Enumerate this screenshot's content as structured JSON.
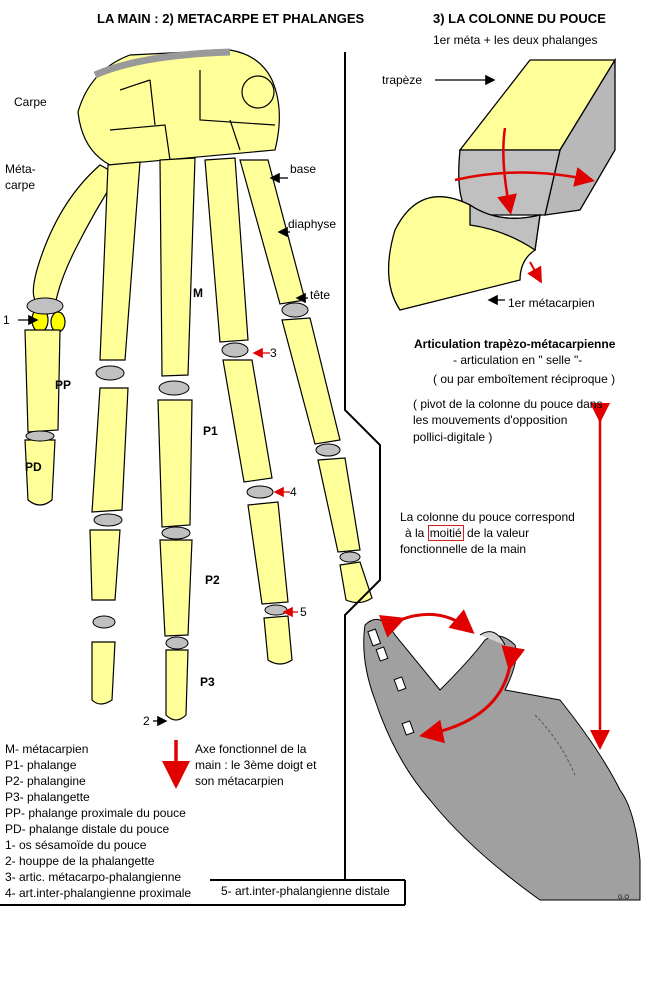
{
  "titles": {
    "main": "LA MAIN : 2)  METACARPE ET  PHALANGES",
    "thumb": "3) LA COLONNE DU POUCE",
    "thumb_sub": "1er méta + les deux phalanges"
  },
  "hand_labels": {
    "carpe": "Carpe",
    "meta_line1": "Méta-",
    "meta_line2": "carpe",
    "base": "base",
    "diaphyse": "diaphyse",
    "tete": "tête",
    "m": "M",
    "p1": "P1",
    "p2": "P2",
    "p3": "P3",
    "pp": "PP",
    "pd": "PD",
    "n1": "1",
    "n2": "2",
    "n3": "3",
    "n4": "4",
    "n5": "5"
  },
  "thumb_labels": {
    "trapeze": "trapèze",
    "first_meta": "1er métacarpien",
    "articulation_title": "Articulation trapèzo-métacarpienne",
    "art_line1": "- articulation en \" selle \"-",
    "art_line2": "( ou par emboîtement réciproque )",
    "pivot_line1": "( pivot de la colonne du pouce dans",
    "pivot_line2": "les mouvements d'opposition",
    "pivot_line3": "pollici-digitale )",
    "colonne_line1": "La colonne du pouce correspond",
    "colonne_line2_pre": "à la ",
    "colonne_line2_box": "moitié",
    "colonne_line2_post": " de la valeur",
    "colonne_line3": "fonctionnelle de la main",
    "signature": "G.O"
  },
  "axis_note": {
    "line1": "Axe fonctionnel de la",
    "line2": "main : le 3ème doigt et",
    "line3": "son métacarpien"
  },
  "legend": [
    "M- métacarpien",
    "P1- phalange",
    "P2- phalangine",
    "P3- phalangette",
    "PP- phalange proximale du pouce",
    "PD- phalange distale du pouce",
    "1- os sésamoïde du pouce",
    "2- houppe de la phalangette",
    "3- artic. métacarpo-phalangienne",
    "4- art.inter-phalangienne proximale"
  ],
  "legend_extra": "5- art.inter-phalangienne distale",
  "colors": {
    "bone": "#ffff99",
    "cartilage": "#c0c0c0",
    "arrow_red": "#e00000",
    "hand_gray": "#a0a0a0",
    "sesamoid": "#ffff00"
  }
}
